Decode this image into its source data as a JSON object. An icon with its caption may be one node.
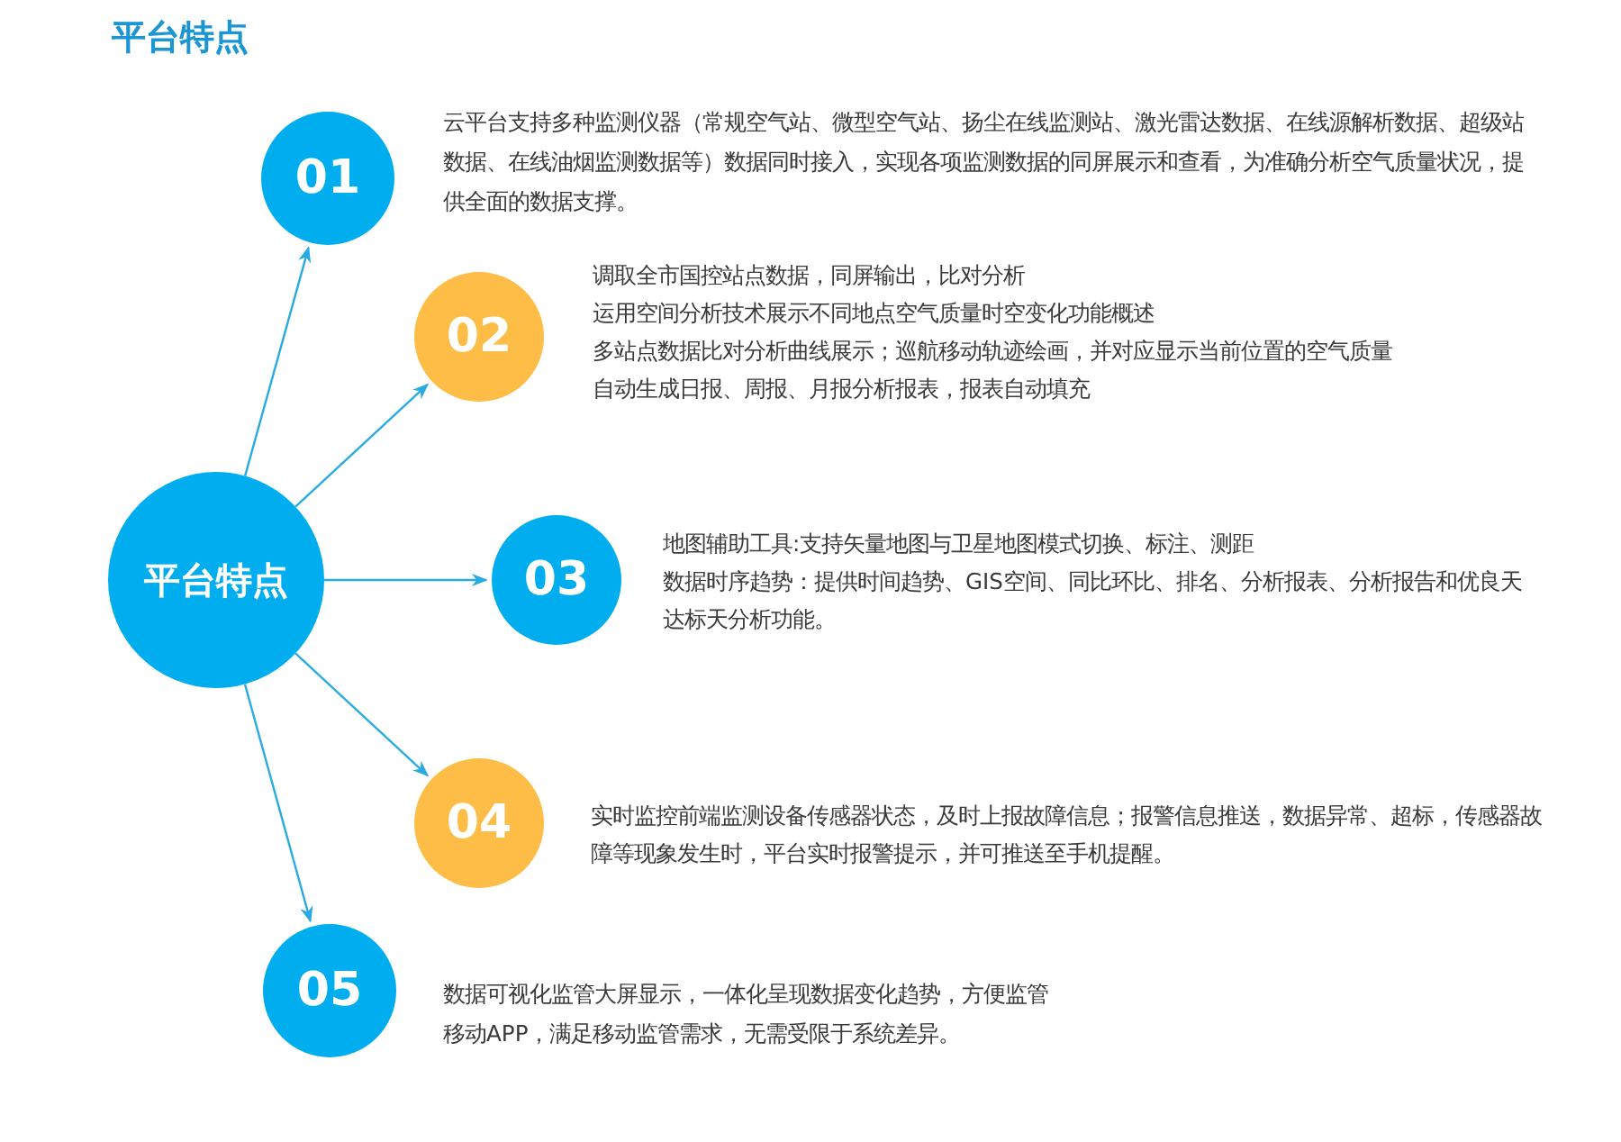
{
  "diagram": {
    "title": "平台特点",
    "nodes": [
      {
        "text": [
          "平台特点"
        ]
      },
      {
        "text": [
          "01"
        ],
        "beside": [
          "云平台支持多种监测仪器（常规空气站、微型空气站、扬尘在线监测站、激光雷达数据、在线源解析数据、超级站数据、在线油烟监测数据等）数据同时接入，实现各项监测数据的同屏展示和查看，为准确分析空气质量状况，提供全面的数据支撑。"
        ]
      },
      {
        "text": [
          "02"
        ],
        "beside": [
          "调取全市国控站点数据，同屏输出，比对分析",
          "运用空间分析技术展示不同地点空气质量时空变化功能概述",
          "多站点数据比对分析曲线展示；巡航移动轨迹绘画，并对应显示当前位置的空气质量",
          "自动生成日报、周报、月报分析报表，报表自动填充"
        ]
      },
      {
        "text": [
          "03"
        ],
        "beside": [
          "地图辅助工具:支持矢量地图与卫星地图模式切换、标注、测距",
          "数据时序趋势：提供时间趋势、GIS空间、同比环比、排名、分析报表、分析报告和优良天达标天分析功能。"
        ]
      },
      {
        "text": [
          "04"
        ],
        "beside": [
          "实时监控前端监测设备传感器状态，及时上报故障信息；报警信息推送，数据异常、超标，传感器故障等现象发生时，平台实时报警提示，并可推送至手机提醒。"
        ]
      },
      {
        "text": [
          "05"
        ],
        "beside": [
          "数据可视化监管大屏显示，一体化呈现数据变化趋势，方便监管",
          "移动APP，满足移动监管需求，无需受限于系统差异。"
        ]
      }
    ],
    "edges": [
      {
        "from": 0,
        "to": 1,
        "arrow": "to"
      },
      {
        "from": 0,
        "to": 2,
        "arrow": "to"
      },
      {
        "from": 0,
        "to": 3,
        "arrow": "to"
      },
      {
        "from": 0,
        "to": 4,
        "arrow": "to"
      },
      {
        "from": 0,
        "to": 5,
        "arrow": "to"
      }
    ]
  }
}
